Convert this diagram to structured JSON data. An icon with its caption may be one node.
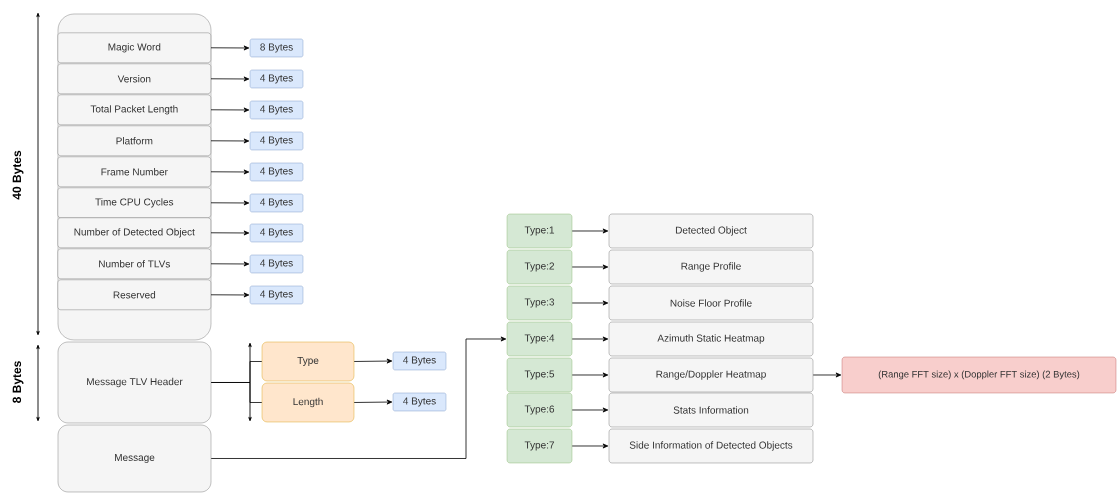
{
  "diagram": {
    "nodes": [
      {
        "text": [],
        "shape": "box"
      },
      {
        "text": [
          "Magic Word"
        ],
        "in": 0
      },
      {
        "text": [
          "Version"
        ],
        "in": 0
      },
      {
        "text": [
          "Total Packet  Length"
        ],
        "in": 0
      },
      {
        "text": [
          "Platform"
        ],
        "in": 0
      },
      {
        "text": [
          "Frame Number"
        ],
        "in": 0
      },
      {
        "text": [
          "Time CPU Cycles"
        ],
        "in": 0
      },
      {
        "text": [
          "Number of Detected Object"
        ],
        "in": 0
      },
      {
        "text": [
          "Number of TLVs"
        ],
        "in": 0
      },
      {
        "text": [
          "Reserved"
        ],
        "in": 0
      },
      {
        "text": [
          "8 Bytes"
        ]
      },
      {
        "text": [
          "4 Bytes"
        ]
      },
      {
        "text": [
          "4 Bytes"
        ]
      },
      {
        "text": [
          "4 Bytes"
        ]
      },
      {
        "text": [
          "4 Bytes"
        ]
      },
      {
        "text": [
          "4 Bytes"
        ]
      },
      {
        "text": [
          "4 Bytes"
        ]
      },
      {
        "text": [
          "4 Bytes"
        ]
      },
      {
        "text": [
          "4 Bytes"
        ]
      },
      {
        "text": [
          "Message TLV Header"
        ]
      },
      {
        "text": [
          "Message"
        ]
      },
      {
        "text": [
          "Type"
        ]
      },
      {
        "text": [
          "Length"
        ]
      },
      {
        "text": [
          "4 Bytes"
        ]
      },
      {
        "text": [
          "4 Bytes"
        ]
      },
      {
        "text": [
          "Type:1"
        ]
      },
      {
        "text": [
          "Type:2"
        ]
      },
      {
        "text": [
          "Type:3"
        ]
      },
      {
        "text": [
          "Type:4"
        ]
      },
      {
        "text": [
          "Type:5"
        ]
      },
      {
        "text": [
          "Type:6"
        ]
      },
      {
        "text": [
          "Type:7"
        ]
      },
      {
        "text": [
          "Detected Object"
        ]
      },
      {
        "text": [
          "Range Profile"
        ]
      },
      {
        "text": [
          "Noise Floor Profile"
        ]
      },
      {
        "text": [
          "Azimuth Static Heatmap"
        ]
      },
      {
        "text": [
          "Range/Doppler Heatmap"
        ]
      },
      {
        "text": [
          "Stats Information"
        ]
      },
      {
        "text": [
          "Side Information of Detected Objects"
        ]
      },
      {
        "text": [
          "(Range FFT size) x (Doppler FFT size) (2 Bytes)"
        ]
      }
    ],
    "edges": [
      {
        "from": 1,
        "to": 10,
        "arrow": "to"
      },
      {
        "from": 2,
        "to": 11,
        "arrow": "to"
      },
      {
        "from": 3,
        "to": 12,
        "arrow": "to"
      },
      {
        "from": 4,
        "to": 13,
        "arrow": "to"
      },
      {
        "from": 5,
        "to": 14,
        "arrow": "to"
      },
      {
        "from": 6,
        "to": 15,
        "arrow": "to"
      },
      {
        "from": 7,
        "to": 16,
        "arrow": "to"
      },
      {
        "from": 8,
        "to": 17,
        "arrow": "to"
      },
      {
        "from": 9,
        "to": 18,
        "arrow": "to"
      },
      {
        "from": 19,
        "to": 21,
        "arrow": "none"
      },
      {
        "from": 19,
        "to": 22,
        "arrow": "none"
      },
      {
        "from": 21,
        "to": 23,
        "arrow": "to"
      },
      {
        "from": 22,
        "to": 24,
        "arrow": "to"
      },
      {
        "from": 20,
        "to": 28,
        "arrow": "to"
      },
      {
        "from": 25,
        "to": 32,
        "arrow": "to"
      },
      {
        "from": 26,
        "to": 33,
        "arrow": "to"
      },
      {
        "from": 27,
        "to": 34,
        "arrow": "to"
      },
      {
        "from": 28,
        "to": 35,
        "arrow": "to"
      },
      {
        "from": 29,
        "to": 36,
        "arrow": "to"
      },
      {
        "from": 30,
        "to": 37,
        "arrow": "to"
      },
      {
        "from": 31,
        "to": 38,
        "arrow": "to"
      },
      {
        "from": 36,
        "to": 39,
        "arrow": "to"
      }
    ],
    "labels": [
      "40 Bytes",
      "8 Bytes"
    ]
  }
}
